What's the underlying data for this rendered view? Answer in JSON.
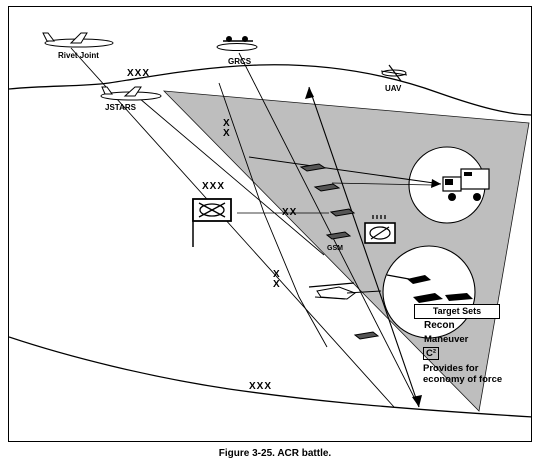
{
  "figure": {
    "caption": "Figure 3-25.   ACR battle."
  },
  "aircraft": {
    "rivet_joint": "Rivet Joint",
    "grcs": "GRCS",
    "uav": "UAV",
    "jstars": "JSTARS"
  },
  "echelons": {
    "top_boundary": "XXX",
    "bottom_boundary": "XXX",
    "acr_symbol": "XXX",
    "division_boundary": "XX",
    "division_boundary_vertical": "X X",
    "division_boundary_lower": "X X"
  },
  "labels": {
    "gsm": "GSM"
  },
  "legend": {
    "target_sets": "Target Sets",
    "recon": "Recon",
    "maneuver": "Maneuver",
    "c2": "C²",
    "provides_1": "Provides for",
    "provides_2": "economy of force"
  },
  "colors": {
    "shade": "#b8b8b8",
    "line": "#000000"
  }
}
